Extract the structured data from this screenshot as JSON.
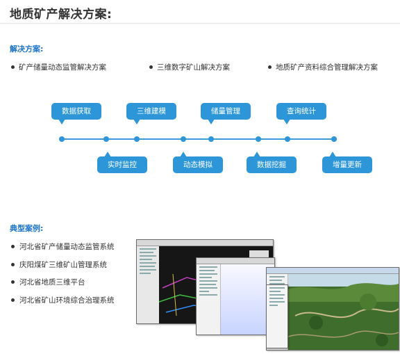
{
  "page": {
    "title": "地质矿产解决方案:"
  },
  "solutions": {
    "heading": "解决方案:",
    "items": [
      "矿产储量动态监管解决方案",
      "三维数字矿山解决方案",
      "地质矿产资料综合管理解决方案"
    ]
  },
  "timeline": {
    "top_boxes": [
      "数据获取",
      "三维建模",
      "储量管理",
      "查询统计"
    ],
    "bottom_boxes": [
      "实时监控",
      "动态模拟",
      "数据挖掘",
      "增量更新"
    ],
    "accent_color": "#2c96d8"
  },
  "cases": {
    "heading": "典型案例:",
    "items": [
      "河北省矿产储量动态监管系统",
      "庆阳煤矿三维矿山管理系统",
      "河北省地质三维平台",
      "河北省矿山环境综合治理系统"
    ]
  }
}
